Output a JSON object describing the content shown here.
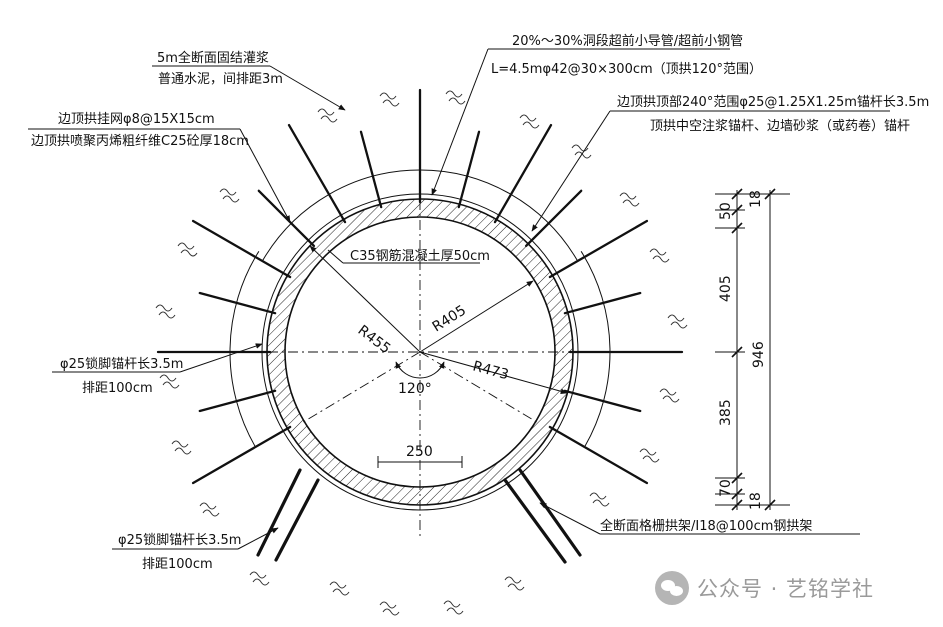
{
  "annotations": {
    "grouting_line1": "5m全断面固结灌浆",
    "grouting_line2": "普通水泥，间排距3m",
    "mesh_line1": "边顶拱挂网φ8@15X15cm",
    "mesh_line2": "边顶拱喷聚丙烯粗纤维C25砼厚18cm",
    "pipe_line1": "20%～30%洞段超前小导管/超前小钢管",
    "pipe_line2": "L=4.5mφ42@30×300cm（顶拱120°范围）",
    "bolt_line1": "边顶拱顶部240°范围φ25@1.25X1.25m锚杆长3.5m",
    "bolt_line2": "顶拱中空注浆锚杆、边墙砂浆（或药卷）锚杆",
    "concrete": "C35钢筋混凝土厚50cm",
    "lock_bolt_upper_line1": "φ25锁脚锚杆长3.5m",
    "lock_bolt_upper_line2": "排距100cm",
    "lock_bolt_lower_line1": "φ25锁脚锚杆长3.5m",
    "lock_bolt_lower_line2": "排距100cm",
    "steel_arch": "全断面格栅拱架/I18@100cm钢拱架"
  },
  "radii": {
    "r455": "R455",
    "r405": "R405",
    "r473": "R473"
  },
  "angle": "120°",
  "width_250": "250",
  "dimensions": {
    "top_50": "50",
    "top_18": "18",
    "upper_405": "405",
    "total_946": "946",
    "lower_385": "385",
    "bottom_70": "70",
    "bottom_18": "18"
  },
  "watermark": {
    "icon": "wechat-icon",
    "text": "公众号 · 艺铭学社"
  }
}
